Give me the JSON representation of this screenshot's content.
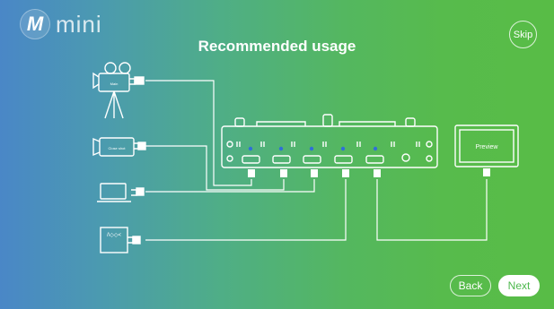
{
  "app": {
    "logo_letter": "M",
    "logo_name": "mini"
  },
  "header": {
    "title": "Recommended usage",
    "skip_label": "Skip"
  },
  "diagram": {
    "devices": [
      {
        "id": "video-camera",
        "label": "Video camera",
        "caption": "Main"
      },
      {
        "id": "camcorder",
        "label": "Camcorder",
        "caption": "Close shot"
      },
      {
        "id": "laptop",
        "label": "Laptop"
      },
      {
        "id": "graphics-generator",
        "label": "Graphics source",
        "caption": "/\\◇◇<"
      }
    ],
    "monitor_label": "Preview"
  },
  "footer": {
    "back_label": "Back",
    "next_label": "Next"
  },
  "colors": {
    "gradient_left": "#4a87c7",
    "gradient_right": "#58bc46",
    "port_dot": "#2f6fd8",
    "accent_next_text": "#4cb84c"
  }
}
